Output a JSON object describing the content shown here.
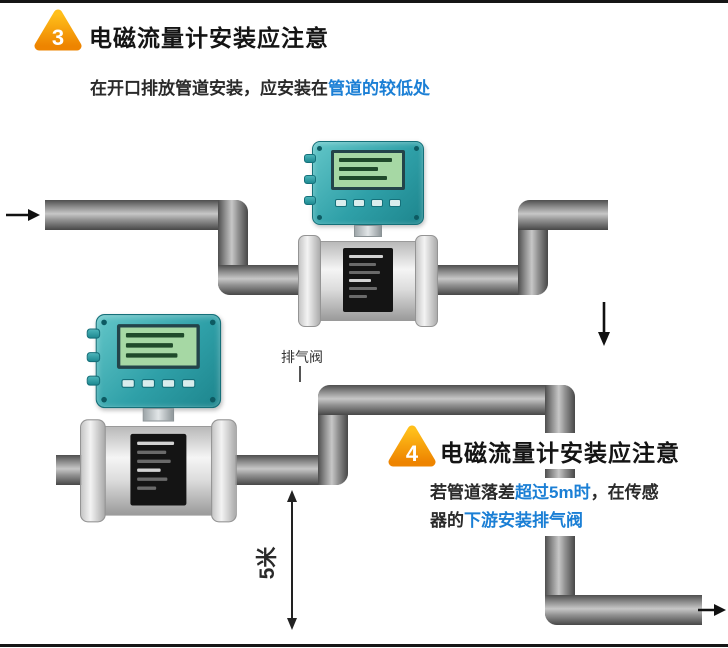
{
  "colors": {
    "badge_orange": "#f59b00",
    "badge_orange_light": "#ffbf1a",
    "highlight_blue": "#1b7fd5",
    "text_dark": "#1f1f1f",
    "converter_teal": "#2fa7ad",
    "pipe_gray": "#9c9c9c"
  },
  "note3": {
    "badge": "3",
    "title": "电磁流量计安装应注意",
    "desc_black": "在开口排放管道安装，应安装在",
    "desc_blue": "管道的较低处"
  },
  "note4": {
    "badge": "4",
    "title": "电磁流量计安装应注意",
    "line1_black1": "若管道落差",
    "line1_blue": "超过5m时",
    "line1_black2": "，在传感",
    "line2_black": "器的",
    "line2_blue": "下游安装排气阀"
  },
  "diagram": {
    "exhaust_valve_label": "排气阀",
    "drop_height_label": "5米"
  }
}
